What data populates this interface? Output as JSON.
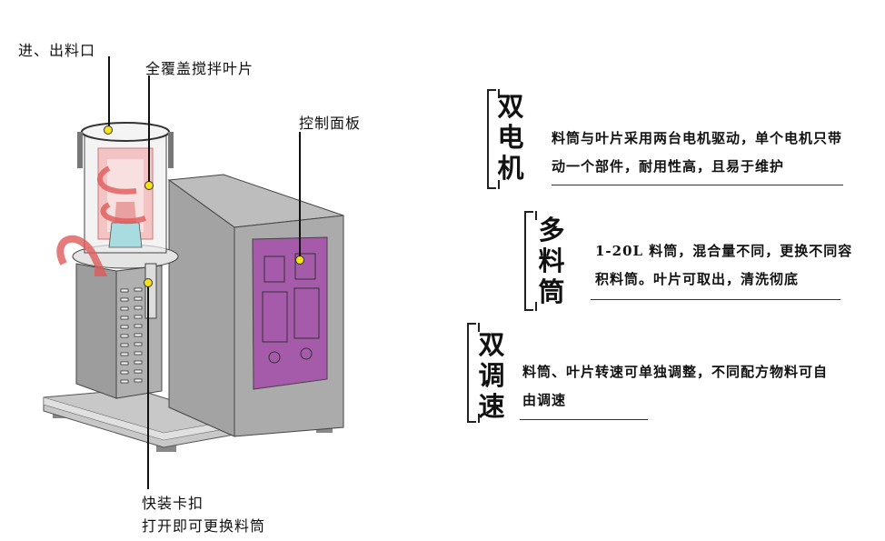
{
  "callouts": {
    "inlet": "进、出料口",
    "blade": "全覆盖搅拌叶片",
    "panel": "控制面板",
    "clamp_line1": "快装卡扣",
    "clamp_line2": "打开即可更换料筒"
  },
  "features": [
    {
      "title": [
        "双",
        "电",
        "机"
      ],
      "desc_line1": "料筒与叶片采用两台电机驱动，单个电机只带",
      "desc_line2": "动一个部件，耐用性高，且易于维护"
    },
    {
      "title": [
        "多",
        "料",
        "筒"
      ],
      "desc_line1": "1-20L 料筒，混合量不同，更换不同容",
      "desc_line2": "积料筒。叶片可取出，清洗彻底"
    },
    {
      "title": [
        "双",
        "调",
        "速"
      ],
      "desc_line1": "料筒、叶片转速可单独调整，不同配方物料可自",
      "desc_line2": "由调速"
    }
  ],
  "colors": {
    "panel": "#a65aaa",
    "body": "#a8a8a8",
    "dot": "#f3e21a",
    "arrow": "#e05a5a"
  }
}
